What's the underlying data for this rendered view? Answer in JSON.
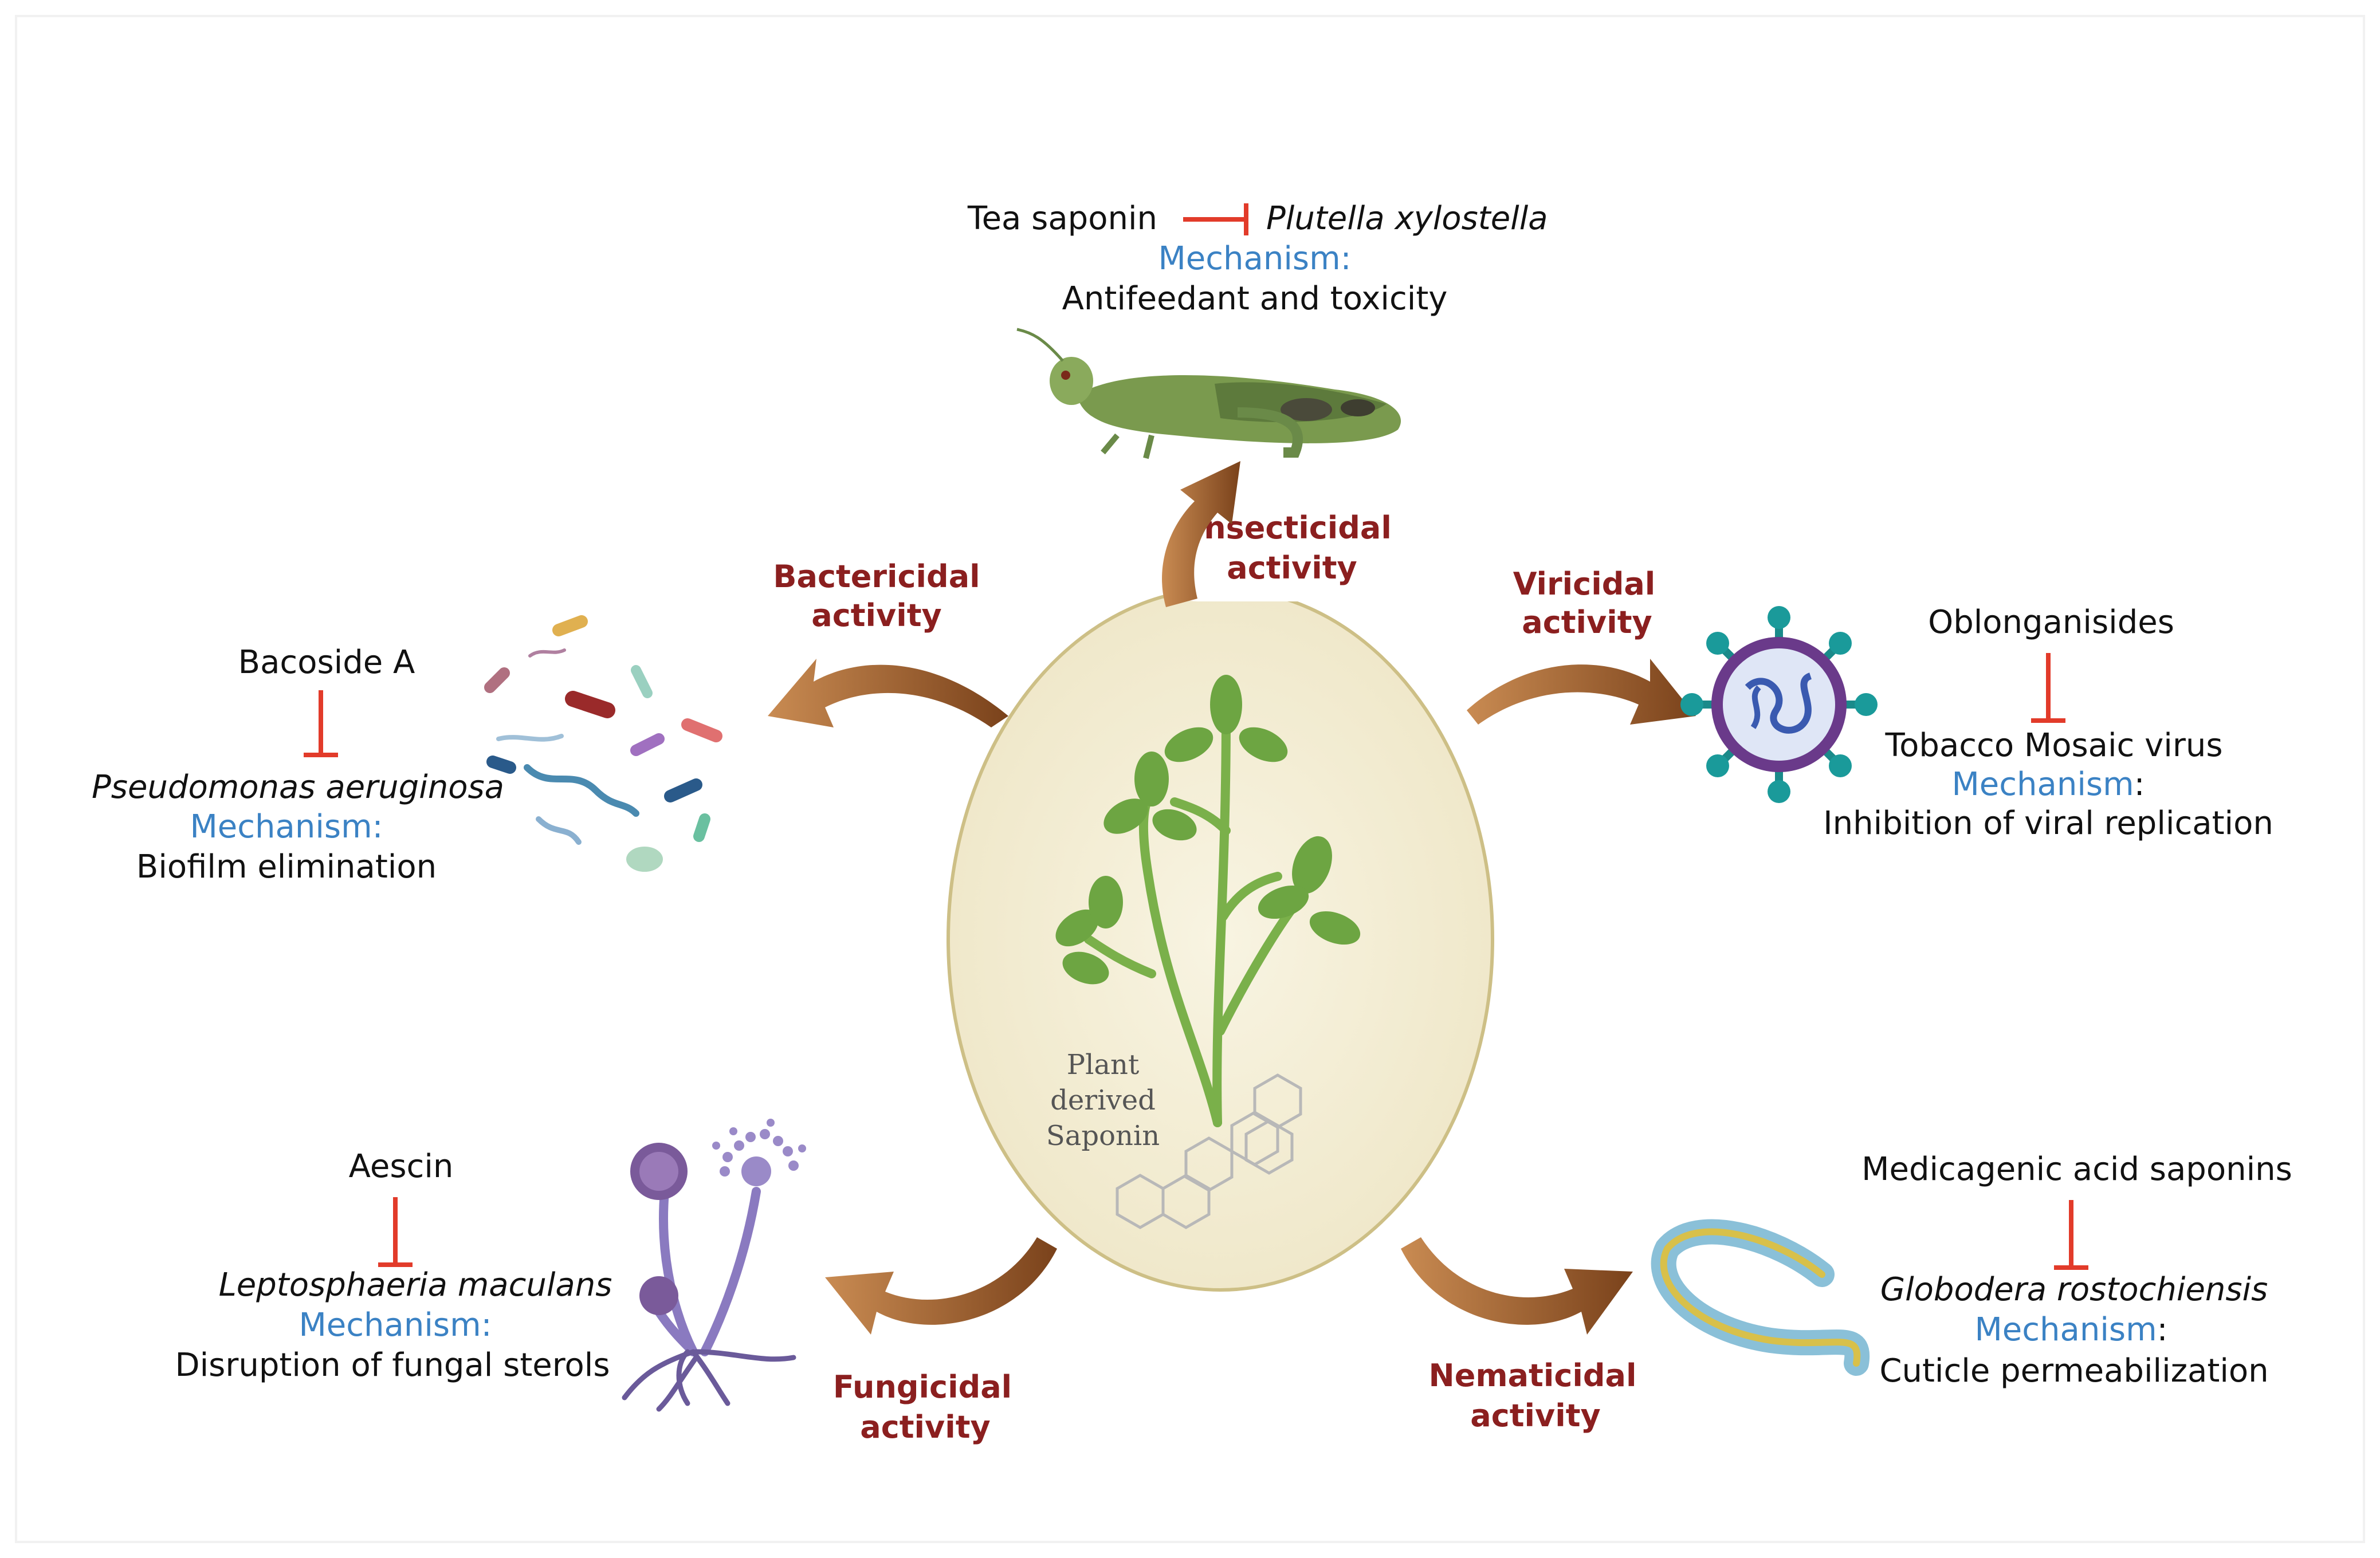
{
  "center": {
    "line1": "Plant",
    "line2": "derived",
    "line3": "Saponin"
  },
  "activities": {
    "insecticidal": {
      "line1": "Insecticidal",
      "line2": "activity"
    },
    "bactericidal": {
      "line1": "Bactericidal",
      "line2": "activity"
    },
    "viricidal": {
      "line1": "Viricidal",
      "line2": "activity"
    },
    "fungicidal": {
      "line1": "Fungicidal",
      "line2": "activity"
    },
    "nematicidal": {
      "line1": "Nematicidal",
      "line2": "activity"
    }
  },
  "examples": {
    "insecticidal": {
      "compound": "Tea saponin",
      "target": "Plutella xylostella",
      "mechanism_label": "Mechanism:",
      "mechanism": "Antifeedant and toxicity"
    },
    "bactericidal": {
      "compound": "Bacoside A",
      "target": "Pseudomonas aeruginosa",
      "mechanism_label": "Mechanism:",
      "mechanism": "Biofilm elimination"
    },
    "viricidal": {
      "compound": "Oblonganisides",
      "target": "Tobacco Mosaic virus",
      "mechanism_label": "Mechanism",
      "mechanism_colon": ":",
      "mechanism": "Inhibition of viral replication"
    },
    "fungicidal": {
      "compound": "Aescin",
      "target": "Leptosphaeria maculans",
      "mechanism_label": "Mechanism:",
      "mechanism": "Disruption of fungal sterols"
    },
    "nematicidal": {
      "compound": "Medicagenic acid saponins",
      "target": "Globodera rostochiensis",
      "mechanism_label": "Mechanism",
      "mechanism_colon": ":",
      "mechanism": "Cuticle permeabilization"
    }
  },
  "colors": {
    "activity_text": "#8b1f1f",
    "mechanism_text": "#3b82c4",
    "inhibition": "#e23b2a",
    "arrow": "#8a4e22",
    "ellipse_fill": "#f4efd7",
    "ellipse_stroke": "#cdbf86",
    "leaf": "#6da542"
  }
}
